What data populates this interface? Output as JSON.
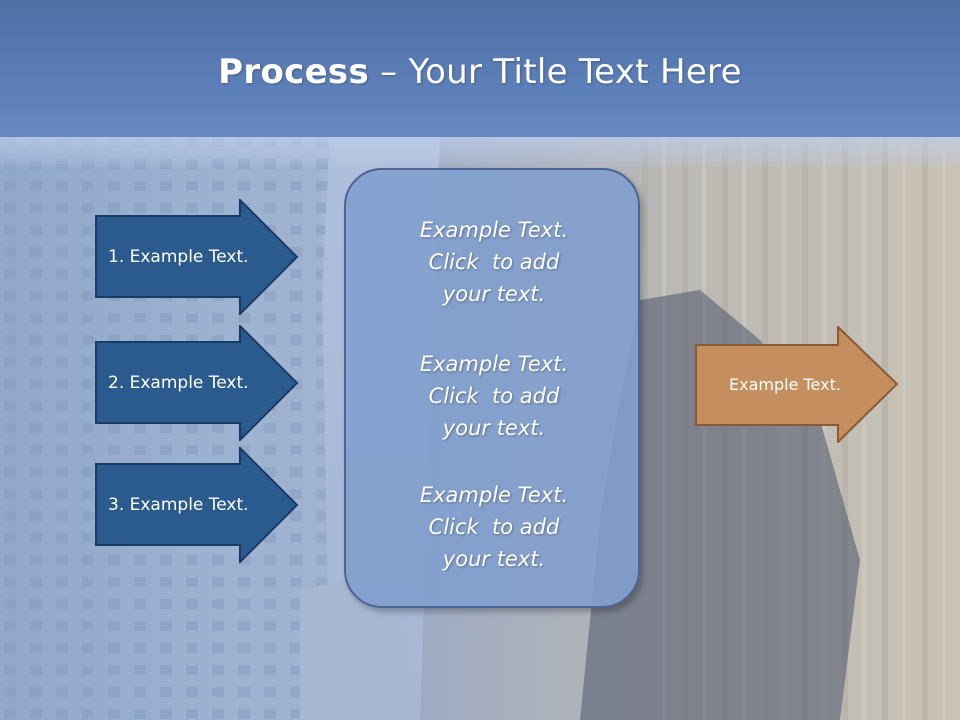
{
  "title": {
    "bold": "Process",
    "rest": " – Your Title Text Here"
  },
  "left_arrows": [
    {
      "label": "1. Example Text."
    },
    {
      "label": "2. Example Text."
    },
    {
      "label": "3. Example Text."
    }
  ],
  "center_box": {
    "paragraphs": [
      {
        "line1": "Example Text.",
        "line2": "Click  to add",
        "line3": "your text."
      },
      {
        "line1": "Example Text.",
        "line2": "Click  to add",
        "line3": "your text."
      },
      {
        "line1": "Example Text.",
        "line2": "Click  to add",
        "line3": "your text."
      }
    ]
  },
  "right_arrow": {
    "label": "Example Text."
  },
  "colors": {
    "title_band": "#5b7db6",
    "left_arrow_fill": "#2b5a8f",
    "left_arrow_border": "#1a3a66",
    "center_box_fill": "#809ece",
    "right_arrow_fill": "#c58e5e",
    "right_arrow_border": "#8a5a33"
  }
}
